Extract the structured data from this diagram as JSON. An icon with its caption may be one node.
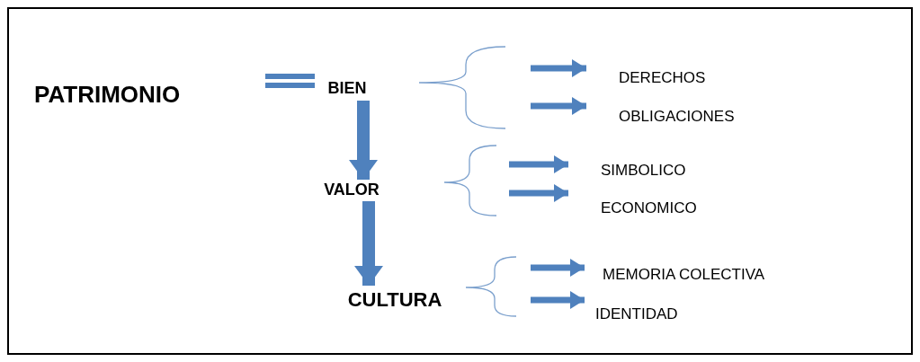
{
  "diagram": {
    "nodes": [
      {
        "text": [
          "PATRIMONIO"
        ]
      },
      {
        "text": [
          "BIEN"
        ]
      },
      {
        "text": [
          "DERECHOS"
        ]
      },
      {
        "text": [
          "OBLIGACIONES"
        ]
      },
      {
        "text": [
          "VALOR"
        ]
      },
      {
        "text": [
          "SIMBOLICO"
        ]
      },
      {
        "text": [
          "ECONOMICO"
        ]
      },
      {
        "text": [
          "CULTURA"
        ]
      },
      {
        "text": [
          "MEMORIA COLECTIVA"
        ]
      },
      {
        "text": [
          "IDENTIDAD"
        ]
      }
    ],
    "edges": [
      {
        "from": null,
        "to": 2,
        "arrow": "to"
      },
      {
        "from": null,
        "to": 3,
        "arrow": "to"
      },
      {
        "from": 1,
        "to": 4,
        "arrow": "to",
        "style": "thick"
      },
      {
        "from": null,
        "to": 5,
        "arrow": "to"
      },
      {
        "from": null,
        "to": 6,
        "arrow": "to"
      },
      {
        "from": 4,
        "to": 7,
        "arrow": "to",
        "style": "thick"
      },
      {
        "from": null,
        "to": 8,
        "arrow": "to"
      },
      {
        "from": null,
        "to": 9,
        "arrow": "to"
      }
    ]
  }
}
